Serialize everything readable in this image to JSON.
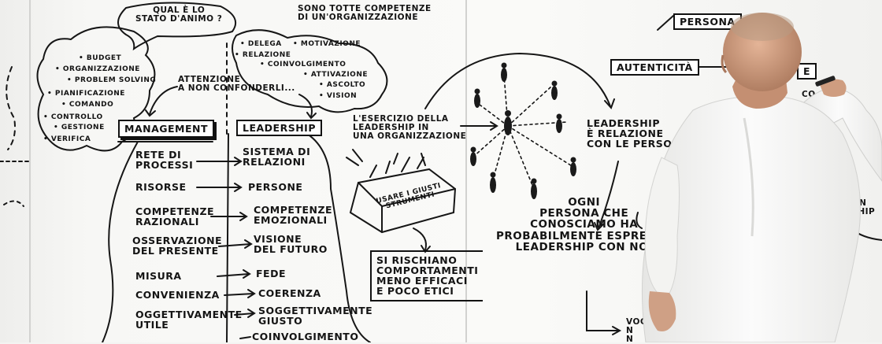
{
  "bubble": {
    "question": "QUAL È LO\nSTATO D'ANIMO ?"
  },
  "competence_note": "SONO TOTTE COMPETENZE\nDI UN'ORGANIZZAZIONE",
  "management_list": {
    "items": [
      "• BUDGET",
      "• ORGANIZZAZIONE",
      "• PROBLEM SOLVING",
      "• PIANIFICAZIONE",
      "• COMANDO",
      "• CONTROLLO",
      "• GESTIONE",
      "• VERIFICA"
    ]
  },
  "leadership_list": {
    "items": [
      "• DELEGA",
      "• MOTIVAZIONE",
      "• RELAZIONE",
      "• COINVOLGIMENTO",
      "• ATTIVAZIONE",
      "• ASCOLTO",
      "• VISION"
    ]
  },
  "attention_note": "ATTENZIONE\nA NON CONFONDERLI...",
  "headers": {
    "management": "MANAGEMENT",
    "leadership": "LEADERSHIP"
  },
  "comparison": {
    "left": [
      "RETE DI\nPROCESSI",
      "RISORSE",
      "COMPETENZE\nRAZIONALI",
      "OSSERVAZIONE\nDEL PRESENTE",
      "MISURA",
      "CONVENIENZA",
      "OGGETTIVAMENTE\nUTILE"
    ],
    "right": [
      "SISTEMA DI\nRELAZIONI",
      "PERSONE",
      "COMPETENZE\nEMOZIONALI",
      "VISIONE\nDEL FUTURO",
      "FEDE",
      "COERENZA",
      "SOGGETTIVAMENTE\nGIUSTO",
      "COINVOLGIMENTO"
    ]
  },
  "toolbox": {
    "label": "USARE I GIUSTI\nSTRUMENTI"
  },
  "risk_note": "SI RISCHIANO\nCOMPORTAMENTI\nMENO EFFICACI\nE POCO ETICI",
  "exercise_note": "L'ESERCIZIO DELLA\nLEADERSHIP IN\nUNA ORGANIZZAZIONE",
  "relation_note": "LEADERSHIP\nÈ RELAZIONE\nCON LE PERSO",
  "every_person_note": "OGNI\nPERSONA CHE\nCONOSCIAMO HA\nPROBABILMENTE ESPRESSO\nLEADERSHIP CON NOI",
  "right_side": {
    "persona": "PERSONA",
    "autenticita": "AUTENTICITÀ",
    "partial_e": "E",
    "partial_co": "CO",
    "partial_right": "RSON\nERSHIP\nDA",
    "partial_bottom": "VOC\nN\nN"
  },
  "palette": {
    "ink": "#141414",
    "board": "#f7f7f5",
    "skin": "#d9a98c",
    "shirt": "#f9f9f9"
  }
}
